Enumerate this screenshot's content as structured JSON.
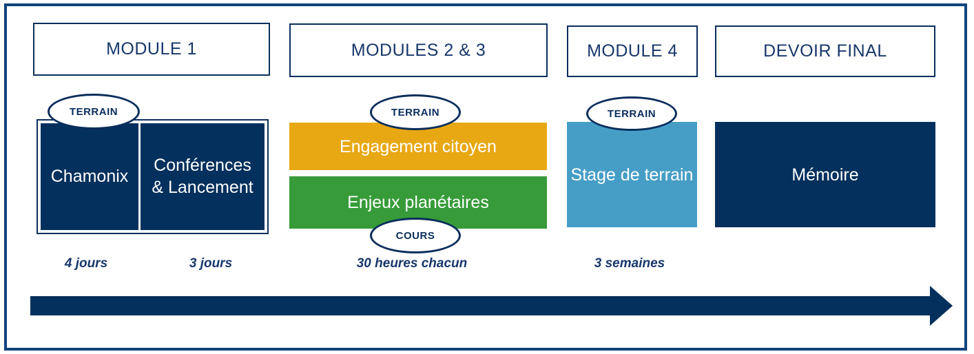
{
  "diagram": {
    "columns": [
      {
        "header": "MODULE 1",
        "badge": "TERRAIN",
        "boxes": [
          {
            "label": "Chamonix",
            "duration": "4 jours"
          },
          {
            "label": "Conférences & Lancement",
            "duration": "3 jours"
          }
        ]
      },
      {
        "header": "MODULES 2 & 3",
        "badge_top": "TERRAIN",
        "badge_bottom": "COURS",
        "boxes": [
          {
            "label": "Engagement citoyen"
          },
          {
            "label": "Enjeux planétaires"
          }
        ],
        "duration": "30 heures chacun"
      },
      {
        "header": "MODULE 4",
        "badge": "TERRAIN",
        "boxes": [
          {
            "label": "Stage de terrain"
          }
        ],
        "duration": "3 semaines"
      },
      {
        "header": "DEVOIR FINAL",
        "boxes": [
          {
            "label": "Mémoire"
          }
        ]
      }
    ],
    "colors": {
      "navy": "#03305C",
      "frame_border": "#11437D",
      "box_border": "#0A2E5C",
      "amber": "#E8A813",
      "green": "#379B3A",
      "light_blue": "#469EC6",
      "text_navy": "#17376B",
      "white": "#FFFFFF"
    }
  }
}
